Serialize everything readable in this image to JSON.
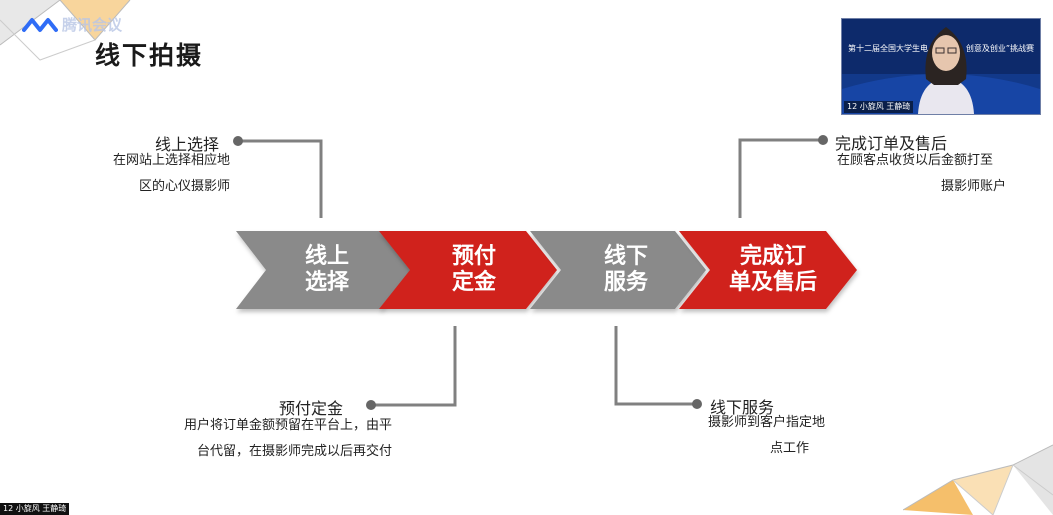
{
  "app": {
    "logo_text": "腾讯会议"
  },
  "slide": {
    "title": "线下拍摄"
  },
  "video": {
    "banner_left": "第十二届全国大学生电",
    "banner_right": "创意及创业”挑战赛",
    "participant_name": "12 小旋风 王静琦"
  },
  "self_view": {
    "name": "12 小旋风 王静琦"
  },
  "colors": {
    "gray_step": "#8a8a8a",
    "red_step": "#d0211c",
    "connector": "#808080",
    "video_bg": "#0d2a6b"
  },
  "steps": [
    {
      "line1": "线上",
      "line2": "选择",
      "color": "gray"
    },
    {
      "line1": "预付",
      "line2": "定金",
      "color": "red"
    },
    {
      "line1": "线下",
      "line2": "服务",
      "color": "gray"
    },
    {
      "line1": "完成订",
      "line2": "单及售后",
      "color": "red"
    }
  ],
  "callouts": [
    {
      "title": "线上选择",
      "desc_line1": "在网站上选择相应地",
      "desc_line2": "区的心仪摄影师"
    },
    {
      "title": "预付定金",
      "desc_line1": "用户将订单金额预留在平台上，由平",
      "desc_line2": "台代留，在摄影师完成以后再交付"
    },
    {
      "title": "线下服务",
      "desc_line1": "摄影师到客户指定地",
      "desc_line2": "点工作"
    },
    {
      "title": "完成订单及售后",
      "desc_line1": "在顾客点收货以后金额打至",
      "desc_line2": "摄影师账户"
    }
  ]
}
